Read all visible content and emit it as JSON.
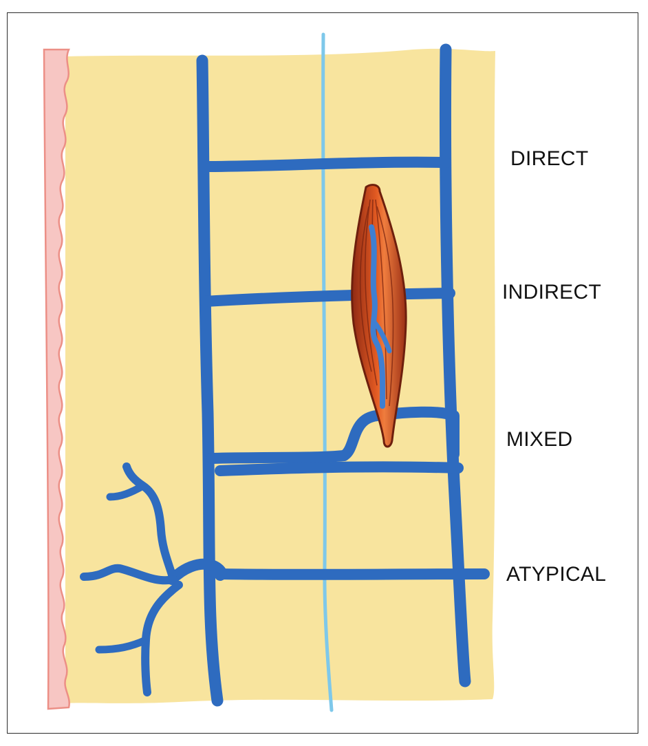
{
  "labels": {
    "direct": "DIRECT",
    "indirect": "INDIRECT",
    "mixed": "MIXED",
    "atypical": "ATYPICAL"
  },
  "colors": {
    "tissue": "#f8e49e",
    "skin_edge": "#f7c6c3",
    "skin_outline": "#ec8f86",
    "vessel": "#2e6bbf",
    "vessel_highlight": "#3f7fd1",
    "midline": "#7ec8ea",
    "muscle_dark": "#8f2a14",
    "muscle_mid": "#c8431c",
    "muscle_light": "#ec7a3c"
  }
}
